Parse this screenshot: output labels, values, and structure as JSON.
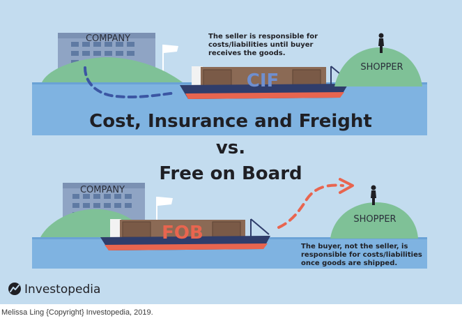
{
  "title": {
    "line1": "Cost, Insurance and Freight",
    "line2": "vs.",
    "line3": "Free on Board"
  },
  "cif": {
    "company_label": "COMPANY",
    "shopper_label": "SHOPPER",
    "cargo_label": "CIF",
    "note_lines": [
      "The seller is responsible for",
      "costs/liabilities until buyer",
      "receives the goods."
    ]
  },
  "fob": {
    "company_label": "COMPANY",
    "shopper_label": "SHOPPER",
    "cargo_label": "FOB",
    "note_lines": [
      "The buyer, not the seller, is",
      "responsible for costs/liabilities",
      "once goods are shipped."
    ]
  },
  "brand": {
    "name": "Investopedia",
    "logo_icon": "investopedia-logo-icon"
  },
  "caption": "Melissa Ling {Copyright} Investopedia, 2019.",
  "colors": {
    "background": "#c3dcef",
    "water": "#7fb3e1",
    "hill": "#7fc197",
    "ship_hull": "#2f3d6b",
    "ship_stripe": "#e8654f",
    "cargo_box": "#8b6a55",
    "cif_text": "#6f8fd0",
    "fob_text": "#e8654f",
    "dashed_path": "#3b56a3",
    "arrow": "#e8654f"
  }
}
